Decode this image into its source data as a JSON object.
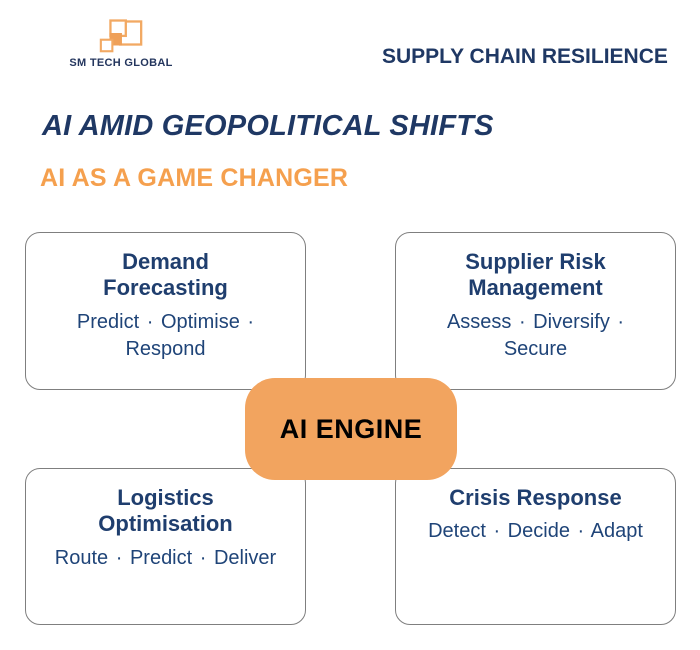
{
  "header": {
    "logo_text": "SM TECH GLOBAL",
    "tagline": "SUPPLY CHAIN RESILIENCE"
  },
  "titles": {
    "main": "AI AMID GEOPOLITICAL SHIFTS",
    "sub": "AI AS A GAME CHANGER"
  },
  "center": {
    "label": "AI ENGINE"
  },
  "boxes": [
    {
      "title": "Demand Forecasting",
      "keywords": "Predict · Optimise · Respond"
    },
    {
      "title": "Supplier Risk Management",
      "keywords": "Assess · Diversify · Secure"
    },
    {
      "title": "Logistics Optimisation",
      "keywords": "Route · Predict · Deliver"
    },
    {
      "title": "Crisis Response",
      "keywords": "Detect · Decide · Adapt"
    }
  ],
  "icons": {
    "logo": "pixel-squares-arrow-icon"
  },
  "colors": {
    "navy_heading": "#1F3864",
    "navy_box_text": "#1F3E6E",
    "orange_subtitle": "#F5A04E",
    "orange_engine": "#F2A45F",
    "orange_logo_stroke": "#F2A963",
    "orange_logo_fill": "#EFA058",
    "box_border_gray": "#7F7F7F",
    "engine_text": "#000000",
    "background": "#FFFFFF"
  }
}
